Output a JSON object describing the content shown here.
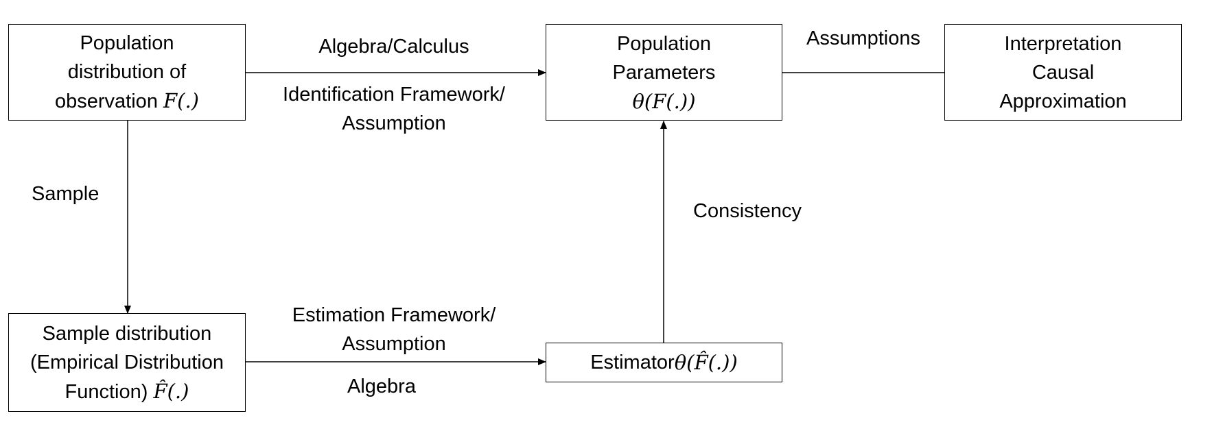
{
  "boxes": {
    "population_distribution": [
      "Population",
      "distribution of",
      "observation "
    ],
    "population_distribution_math": "F(.)",
    "population_parameters": [
      "Population",
      "Parameters"
    ],
    "population_parameters_math": "θ(F(.))",
    "interpretation": [
      "Interpretation",
      "Causal",
      "Approximation"
    ],
    "sample_distribution": [
      "Sample distribution",
      "(Empirical Distribution",
      "Function) "
    ],
    "sample_distribution_math": "F̂(.)",
    "estimator": "Estimator ",
    "estimator_math": "θ(F̂(.))"
  },
  "edges": {
    "top_above": "Algebra/Calculus",
    "top_below": [
      "Identification Framework/",
      "Assumption"
    ],
    "assumptions": "Assumptions",
    "sample": "Sample",
    "consistency": "Consistency",
    "bottom_above": [
      "Estimation Framework/",
      "Assumption"
    ],
    "bottom_below": "Algebra"
  }
}
